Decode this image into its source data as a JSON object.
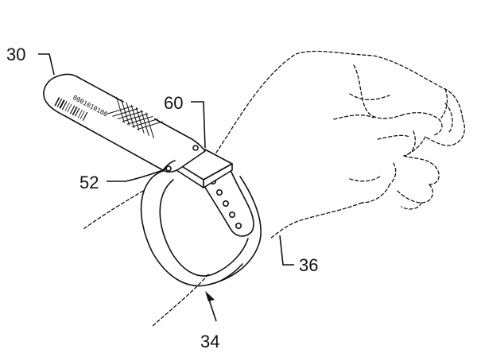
{
  "labels": {
    "tag": "30",
    "band": "34",
    "wrist": "36",
    "connector": "52",
    "clasp": "60"
  },
  "barcode": {
    "digits": "0001010100"
  },
  "colors": {
    "line": "#111111",
    "background": "#ffffff"
  }
}
